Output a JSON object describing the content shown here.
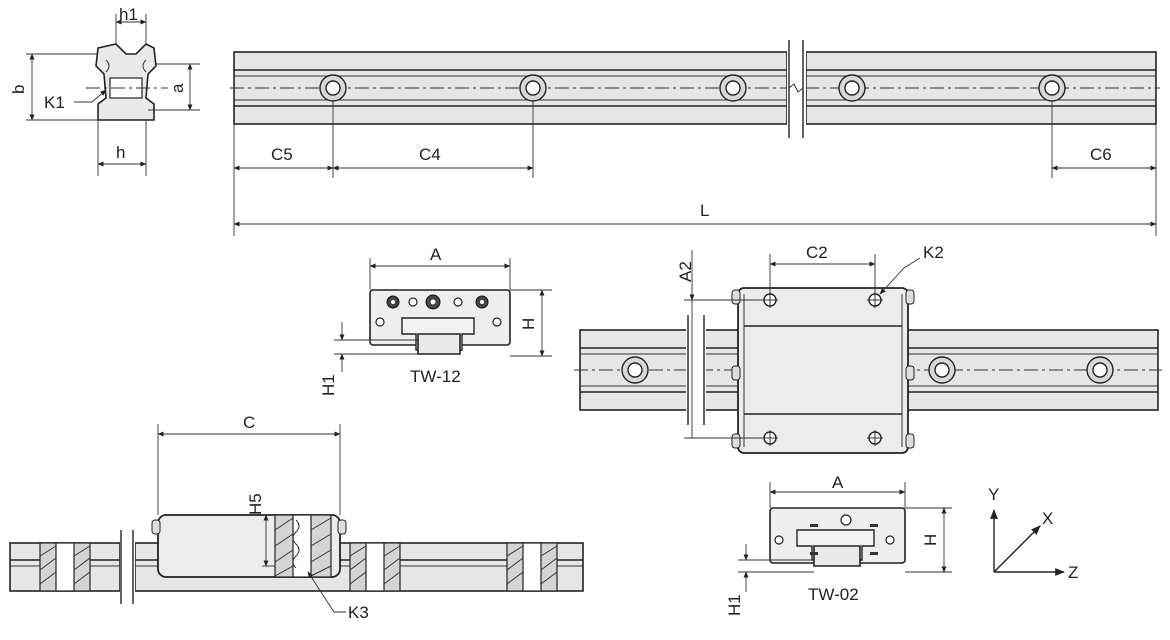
{
  "labels": {
    "h1": "h1",
    "b": "b",
    "a": "a",
    "k1": "K1",
    "h": "h",
    "c5": "C5",
    "c4": "C4",
    "c6": "C6",
    "l": "L",
    "a_top": "A",
    "h_tw12": "H",
    "h1_tw12": "H1",
    "tw12": "TW-12",
    "a2": "A2",
    "c2": "C2",
    "k2": "K2",
    "c": "C",
    "h5": "H5",
    "k3": "K3",
    "a_bottom": "A",
    "h_tw02": "H",
    "h1_tw02": "H1",
    "tw02": "TW-02",
    "axis_y": "Y",
    "axis_x": "X",
    "axis_z": "Z"
  }
}
